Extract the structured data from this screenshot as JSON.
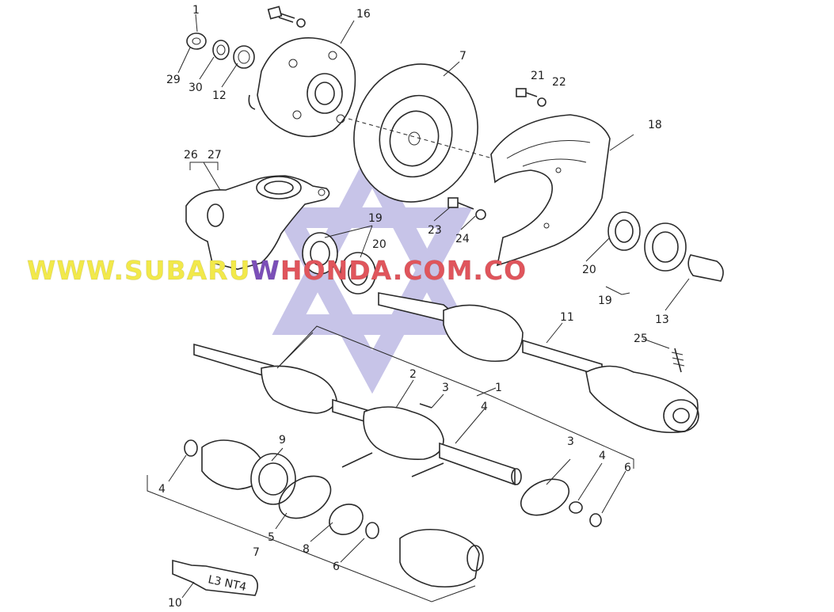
{
  "diagram": {
    "callouts": [
      "1",
      "2",
      "3",
      "4",
      "5",
      "6",
      "7",
      "8",
      "9",
      "10",
      "11",
      "12",
      "13",
      "16",
      "18",
      "19",
      "20",
      "21",
      "22",
      "23",
      "24",
      "25",
      "26",
      "27",
      "29",
      "30"
    ],
    "labels": {
      "c1": "1",
      "c29": "29",
      "c30": "30",
      "c12": "12",
      "c16": "16",
      "c7": "7",
      "c21": "21",
      "c22": "22",
      "c18": "18",
      "c26": "26",
      "c27": "27",
      "c19a": "19",
      "c20a": "20",
      "c23": "23",
      "c24": "24",
      "c20b": "20",
      "c19b": "19",
      "c13": "13",
      "c11": "11",
      "c25": "25",
      "c2": "2",
      "c3a": "3",
      "c1b": "1",
      "c4a": "4",
      "c9": "9",
      "c3b": "3",
      "c4b": "4",
      "c6a": "6",
      "c4c": "4",
      "c5": "5",
      "c8": "8",
      "c6b": "6",
      "c7b": "7",
      "c10": "10"
    },
    "tube_label": "L3 NT4"
  },
  "watermark": {
    "part1": "WWW.SUBARU",
    "part2": "W",
    "part3": "HONDA.COM.CO",
    "colors": {
      "part1": "#f2e94a",
      "part2": "#7b4fb8",
      "part3": "#e0555c"
    }
  },
  "logo_color": "#9b95d6"
}
